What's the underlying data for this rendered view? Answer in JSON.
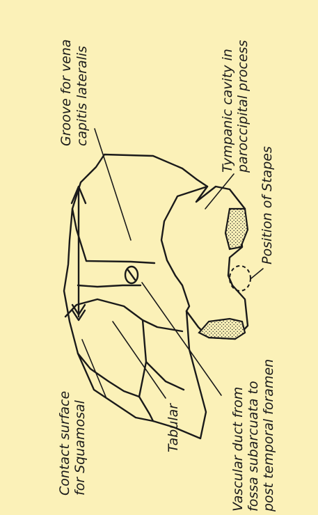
{
  "labels": {
    "groove_line1": "Groove for vena",
    "groove_line2": "capitis lateralis",
    "tympanic_line1": "Tympanic cavity in",
    "tympanic_line2": "paroccipital process",
    "stapes": "Position of Stapes",
    "contact_line1": "Contact surface",
    "contact_line2": "for Squamosal",
    "tabular": "Tabular",
    "vascular_line1": "Vascular duct from",
    "vascular_line2": "fossa subarcuata to",
    "vascular_line3": "post temporal foramen"
  },
  "colors": {
    "background": "#fbf1b8",
    "ink": "#1a1a1a",
    "stipple": "#333333"
  },
  "icons": {
    "orientation_arrow": "arrow-up-icon"
  }
}
